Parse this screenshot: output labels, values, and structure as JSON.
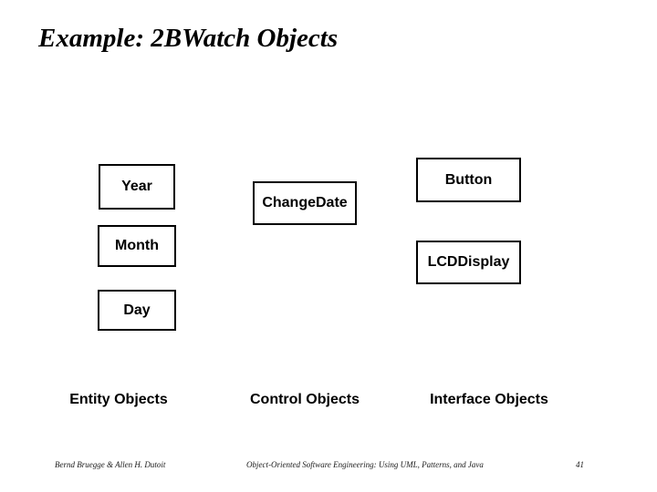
{
  "slide": {
    "title": "Example: 2BWatch Objects"
  },
  "diagram": {
    "entity": {
      "label": "Entity Objects",
      "items": [
        "Year",
        "Month",
        "Day"
      ]
    },
    "control": {
      "label": "Control Objects",
      "items": [
        "ChangeDate"
      ]
    },
    "interface": {
      "label": "Interface Objects",
      "items": [
        "Button",
        "LCDDisplay"
      ]
    }
  },
  "footer": {
    "authors": "Bernd Bruegge & Allen H. Dutoit",
    "book_title": "Object-Oriented Software Engineering: Using UML, Patterns, and Java",
    "page_number": "41"
  },
  "colors": {
    "background": "#ffffff",
    "box_border": "#000000",
    "text": "#000000"
  }
}
